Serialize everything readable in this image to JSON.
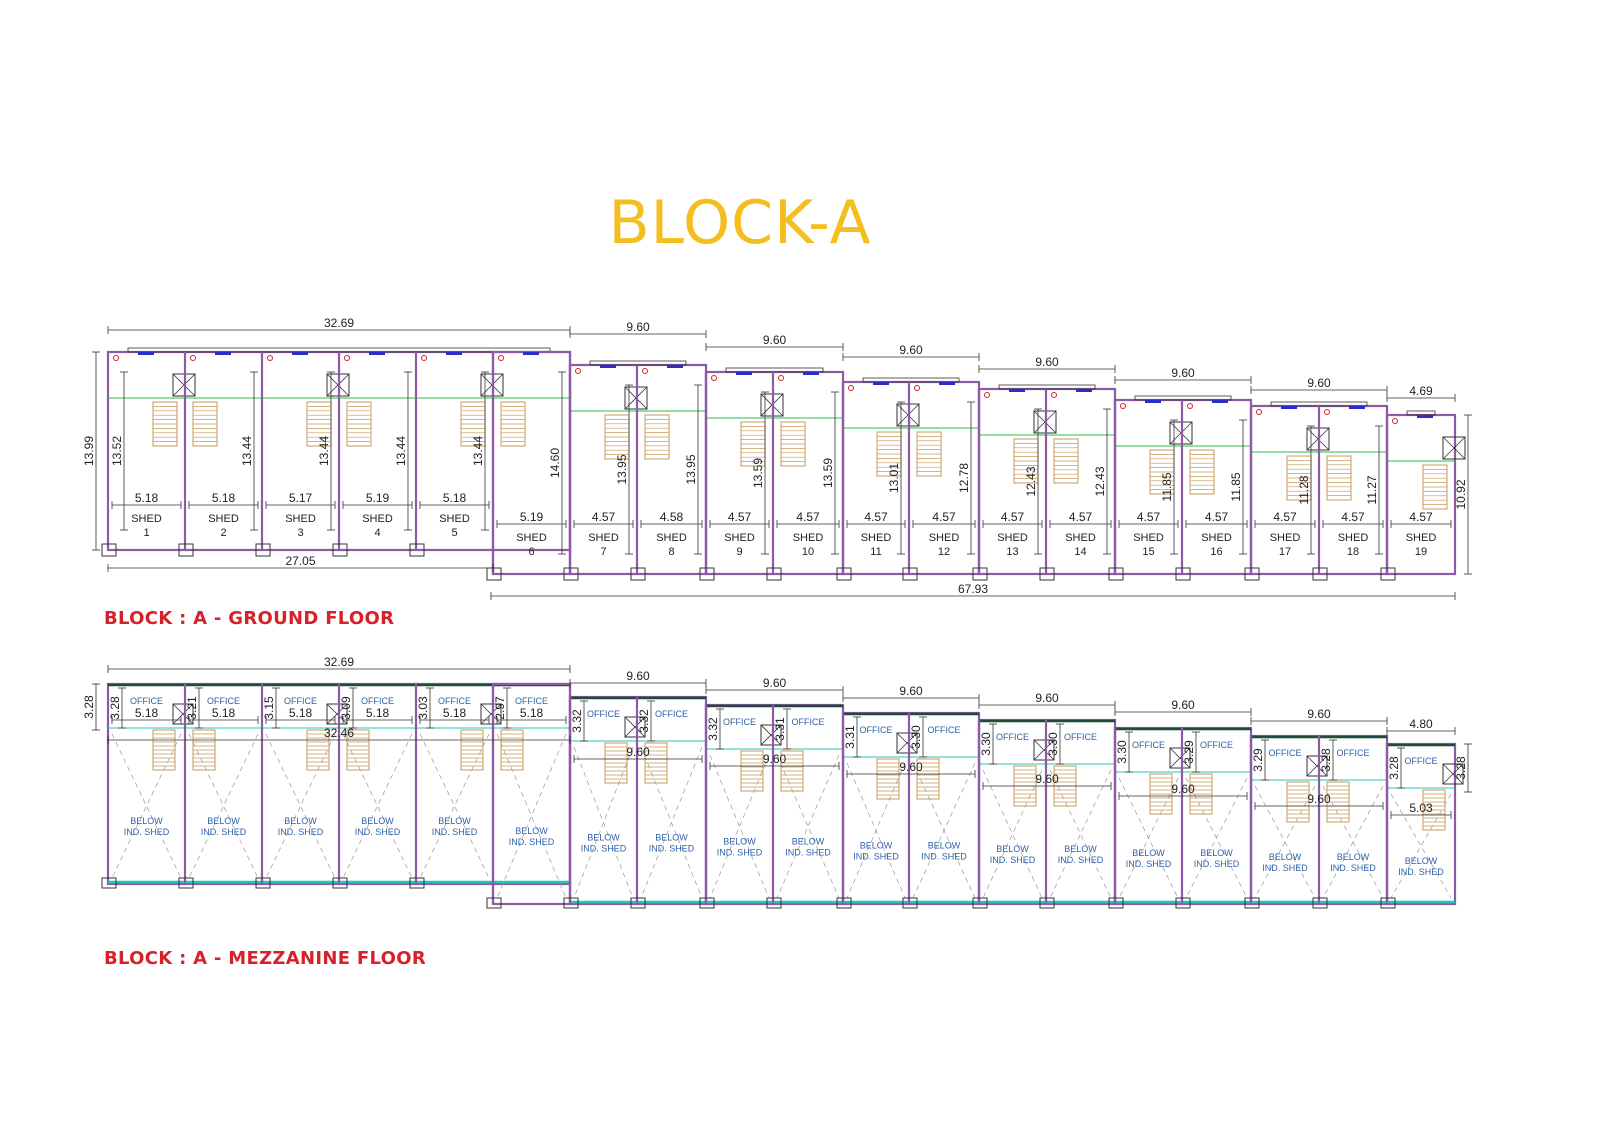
{
  "title": "BLOCK-A",
  "colors": {
    "title": "#f4be1e",
    "label": "#d8202a",
    "wall": "#8e5aa6",
    "floor_line": "#2bbf4b",
    "stair": "#c79a5b",
    "door": "#d8202a",
    "window": "#2d2dcf",
    "room_text": "#2f62a8",
    "mezz_edge": "#23c7b9"
  },
  "ground": {
    "label": "BLOCK : A - GROUND FLOOR",
    "top_dims": [
      "32.69",
      "9.60",
      "9.60",
      "9.60",
      "9.60",
      "9.60",
      "9.60",
      "4.69"
    ],
    "bottom_dims": [
      "27.05",
      "67.93"
    ],
    "left_dims": [
      "13.99",
      "13.52"
    ],
    "right_dim": "10.92",
    "sheds": [
      {
        "number": "1",
        "name": "SHED",
        "width": "5.18"
      },
      {
        "number": "2",
        "name": "SHED",
        "width": "5.18"
      },
      {
        "number": "3",
        "name": "SHED",
        "width": "5.17"
      },
      {
        "number": "4",
        "name": "SHED",
        "width": "5.19"
      },
      {
        "number": "5",
        "name": "SHED",
        "width": "5.18"
      },
      {
        "number": "6",
        "name": "SHED",
        "width": "5.19"
      },
      {
        "number": "7",
        "name": "SHED",
        "width": "4.57"
      },
      {
        "number": "8",
        "name": "SHED",
        "width": "4.58"
      },
      {
        "number": "9",
        "name": "SHED",
        "width": "4.57"
      },
      {
        "number": "10",
        "name": "SHED",
        "width": "4.57"
      },
      {
        "number": "11",
        "name": "SHED",
        "width": "4.57"
      },
      {
        "number": "12",
        "name": "SHED",
        "width": "4.57"
      },
      {
        "number": "13",
        "name": "SHED",
        "width": "4.57"
      },
      {
        "number": "14",
        "name": "SHED",
        "width": "4.57"
      },
      {
        "number": "15",
        "name": "SHED",
        "width": "4.57"
      },
      {
        "number": "16",
        "name": "SHED",
        "width": "4.57"
      },
      {
        "number": "17",
        "name": "SHED",
        "width": "4.57"
      },
      {
        "number": "18",
        "name": "SHED",
        "width": "4.57"
      },
      {
        "number": "19",
        "name": "SHED",
        "width": "4.57"
      }
    ],
    "wall_depths": [
      "13.44",
      "13.44",
      "13.44",
      "13.44",
      "14.60",
      "13.95",
      "13.95",
      "13.59",
      "13.59",
      "13.01",
      "12.78",
      "12.43",
      "12.43",
      "11.85",
      "11.85",
      "11.28",
      "11.27"
    ]
  },
  "mezzanine": {
    "label": "BLOCK : A - MEZZANINE FLOOR",
    "top_dims": [
      "32.69",
      "9.60",
      "9.60",
      "9.60",
      "9.60",
      "9.60",
      "9.60",
      "4.80"
    ],
    "left_dim": "3.28",
    "right_dim": "3.28",
    "office_label": "OFFICE",
    "below_label": [
      "BELOW",
      "IND. SHED"
    ],
    "office_widths": [
      "5.18",
      "5.18",
      "5.18",
      "5.18",
      "5.18",
      "5.18"
    ],
    "office_depths": [
      "3.28",
      "3.21",
      "3.15",
      "3.09",
      "3.03",
      "2.97",
      "3.32",
      "3.32",
      "3.32",
      "3.31",
      "3.31",
      "3.30",
      "3.30",
      "3.30",
      "3.30",
      "3.29",
      "3.29",
      "3.28",
      "3.28"
    ],
    "inner_dims": [
      "32.46",
      "9.60",
      "9.60",
      "9.60",
      "9.60",
      "9.60",
      "9.60",
      "5.03"
    ]
  }
}
